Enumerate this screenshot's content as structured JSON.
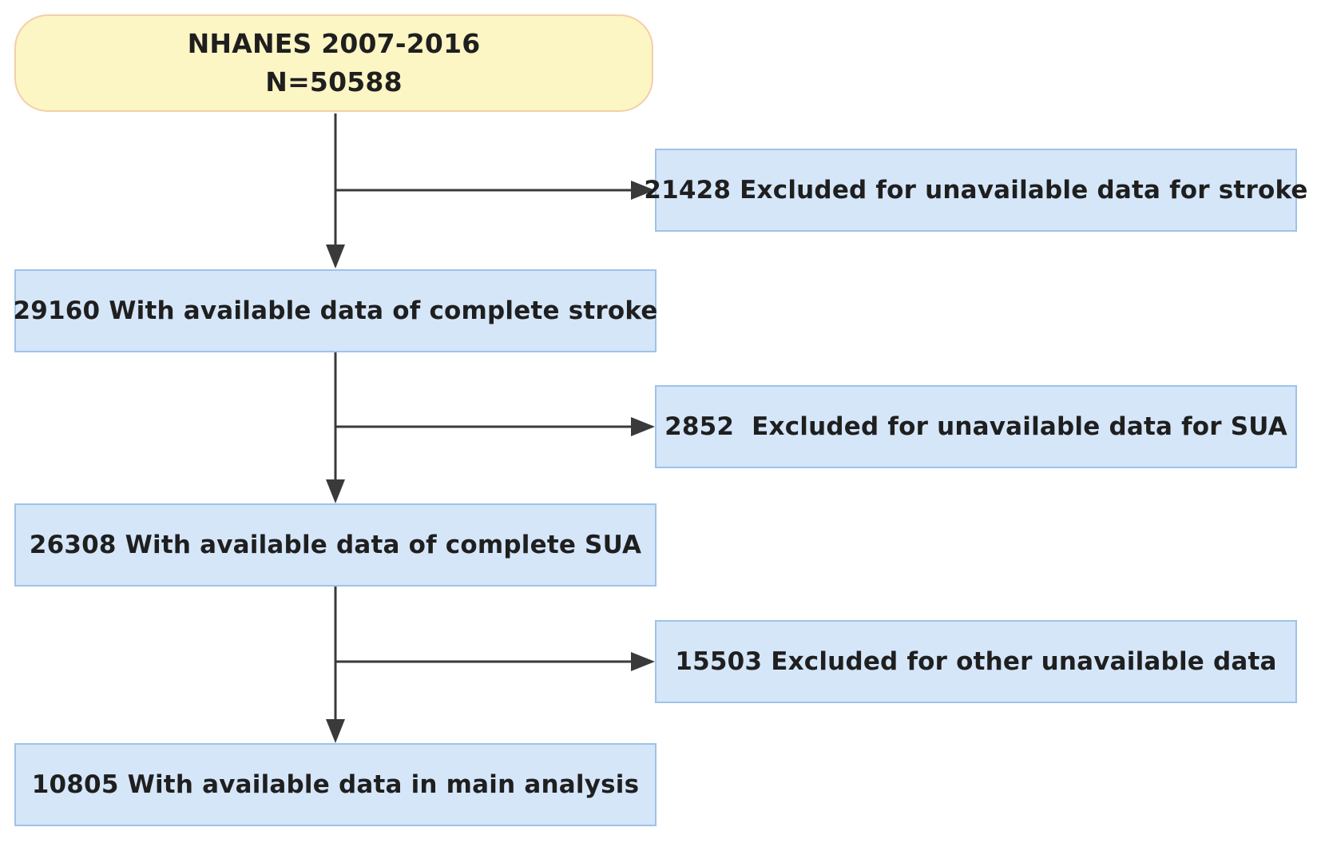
{
  "flowchart": {
    "start": {
      "line1": "NHANES 2007-2016",
      "line2": "N=50588"
    },
    "main_steps": [
      "29160 With available data of complete stroke",
      "26308 With available data of complete SUA",
      "10805 With available data in main analysis"
    ],
    "exclusions": [
      "21428 Excluded for unavailable data for stroke",
      "2852  Excluded for unavailable data for SUA",
      "15503 Excluded for other unavailable data"
    ]
  },
  "colors": {
    "start_fill": "#fcf5c4",
    "start_border": "#f4cfa9",
    "box_fill": "#d5e6f9",
    "box_border": "#9ec3e8",
    "arrow": "#3a3a3a"
  }
}
